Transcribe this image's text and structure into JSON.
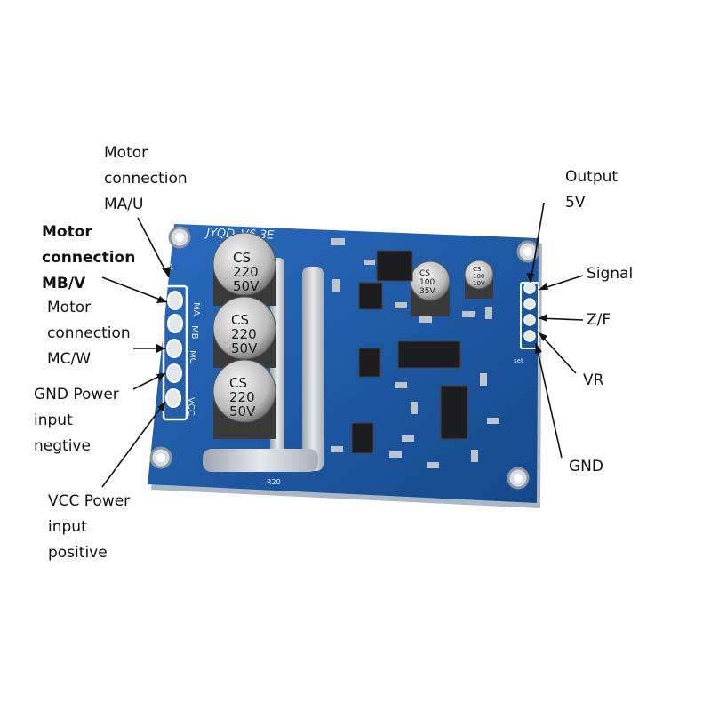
{
  "board": {
    "silkscreen_title": "JYQD_V6.3E",
    "header_pins": [
      "MA",
      "MB",
      "MC",
      "",
      "VCC"
    ],
    "caps_large": [
      [
        "CS",
        "220",
        "50V"
      ],
      [
        "CS",
        "220",
        "50V"
      ],
      [
        "CS",
        "220",
        "50V"
      ]
    ],
    "cap_mid": [
      "CS",
      "100",
      "35V"
    ],
    "cap_small": [
      "CS",
      "100",
      "10V"
    ],
    "resistor": "R20",
    "set_label": "set",
    "j1_label": "J1"
  },
  "labels": {
    "ma": [
      "Motor",
      "connection",
      "MA/U"
    ],
    "mb": [
      "Motor",
      "connection",
      "MB/V"
    ],
    "mc": [
      "Motor",
      "connection",
      "MC/W"
    ],
    "gnd_power": [
      "GND Power",
      "input",
      "negtive"
    ],
    "vcc_power": [
      "VCC Power",
      "input",
      "positive"
    ],
    "output": [
      "Output",
      "5V"
    ],
    "signal": "Signal",
    "zf": "Z/F",
    "vr": "VR",
    "gnd": "GND"
  },
  "colors": {
    "pcb": "#1f5fb0",
    "pcb_dark": "#164a8c",
    "solder": "#c9ccd2",
    "cap": "#d9d9d9"
  }
}
